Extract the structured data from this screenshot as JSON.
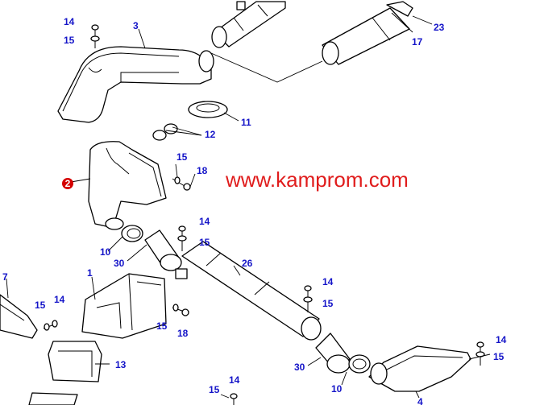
{
  "watermark": "www.kamprom.com",
  "colors": {
    "label": "#1414c8",
    "watermark": "#e01c1c",
    "highlight": "#d40000",
    "line": "#000000"
  },
  "highlight_label": "2",
  "callouts": [
    {
      "id": "3",
      "text": "3"
    },
    {
      "id": "14a",
      "text": "14"
    },
    {
      "id": "15a",
      "text": "15"
    },
    {
      "id": "17",
      "text": "17"
    },
    {
      "id": "23",
      "text": "23"
    },
    {
      "id": "11",
      "text": "11"
    },
    {
      "id": "12",
      "text": "12"
    },
    {
      "id": "15b",
      "text": "15"
    },
    {
      "id": "18a",
      "text": "18"
    },
    {
      "id": "14b",
      "text": "14"
    },
    {
      "id": "15c",
      "text": "15"
    },
    {
      "id": "10a",
      "text": "10"
    },
    {
      "id": "30a",
      "text": "30"
    },
    {
      "id": "26",
      "text": "26"
    },
    {
      "id": "14c",
      "text": "14"
    },
    {
      "id": "15d",
      "text": "15"
    },
    {
      "id": "7",
      "text": "7"
    },
    {
      "id": "1",
      "text": "1"
    },
    {
      "id": "15e",
      "text": "15"
    },
    {
      "id": "14d",
      "text": "14"
    },
    {
      "id": "15f",
      "text": "15"
    },
    {
      "id": "18b",
      "text": "18"
    },
    {
      "id": "13",
      "text": "13"
    },
    {
      "id": "30b",
      "text": "30"
    },
    {
      "id": "10b",
      "text": "10"
    },
    {
      "id": "14e",
      "text": "14"
    },
    {
      "id": "15g",
      "text": "15"
    },
    {
      "id": "4",
      "text": "4"
    },
    {
      "id": "15h",
      "text": "15"
    },
    {
      "id": "14f",
      "text": "14"
    }
  ]
}
